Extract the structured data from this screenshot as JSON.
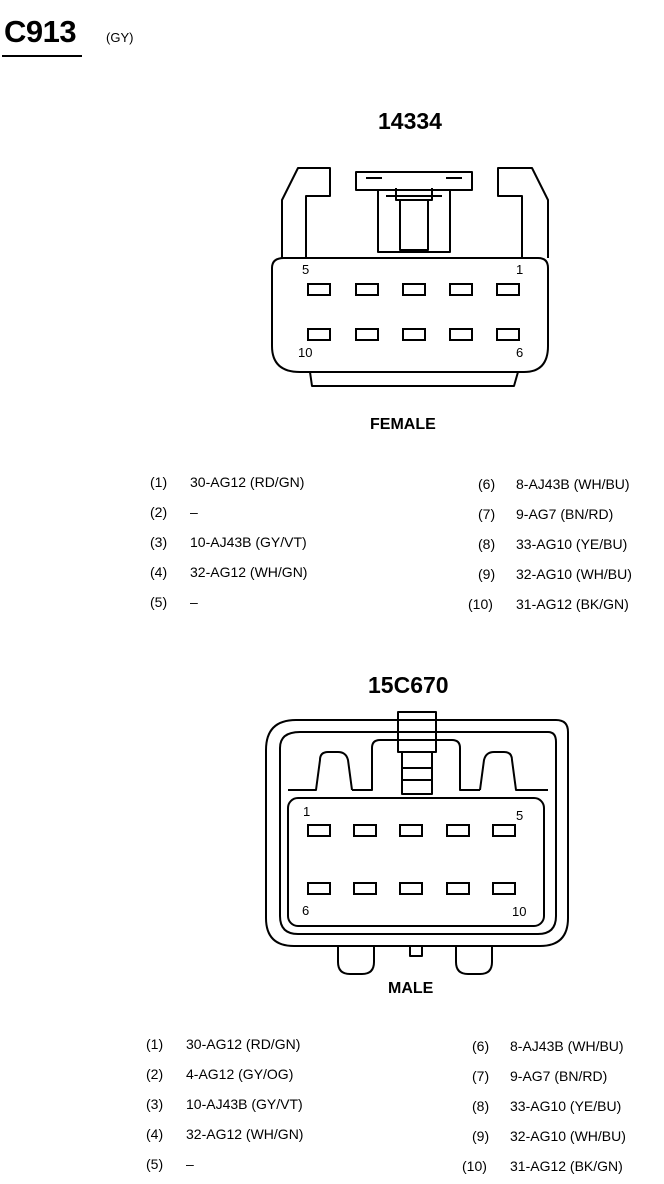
{
  "connector": {
    "name": "C913",
    "color": "(GY)"
  },
  "female": {
    "part_number": "14334",
    "gender_label": "FEMALE",
    "cavity_labels": {
      "top_left": "5",
      "top_right": "1",
      "bottom_left": "10",
      "bottom_right": "6"
    },
    "pins_left": [
      {
        "num": "(1)",
        "val": "30-AG12 (RD/GN)"
      },
      {
        "num": "(2)",
        "val": "–"
      },
      {
        "num": "(3)",
        "val": "10-AJ43B (GY/VT)"
      },
      {
        "num": "(4)",
        "val": "32-AG12 (WH/GN)"
      },
      {
        "num": "(5)",
        "val": "–"
      }
    ],
    "pins_right": [
      {
        "num": "(6)",
        "val": "8-AJ43B (WH/BU)"
      },
      {
        "num": "(7)",
        "val": "9-AG7 (BN/RD)"
      },
      {
        "num": "(8)",
        "val": "33-AG10 (YE/BU)"
      },
      {
        "num": "(9)",
        "val": "32-AG10 (WH/BU)"
      },
      {
        "num": "(10)",
        "val": "31-AG12 (BK/GN)"
      }
    ]
  },
  "male": {
    "part_number": "15C670",
    "gender_label": "MALE",
    "cavity_labels": {
      "top_left": "1",
      "top_right": "5",
      "bottom_left": "6",
      "bottom_right": "10"
    },
    "pins_left": [
      {
        "num": "(1)",
        "val": "30-AG12 (RD/GN)"
      },
      {
        "num": "(2)",
        "val": "4-AG12 (GY/OG)"
      },
      {
        "num": "(3)",
        "val": "10-AJ43B (GY/VT)"
      },
      {
        "num": "(4)",
        "val": "32-AG12 (WH/GN)"
      },
      {
        "num": "(5)",
        "val": "–"
      }
    ],
    "pins_right": [
      {
        "num": "(6)",
        "val": "8-AJ43B (WH/BU)"
      },
      {
        "num": "(7)",
        "val": "9-AG7 (BN/RD)"
      },
      {
        "num": "(8)",
        "val": "33-AG10 (YE/BU)"
      },
      {
        "num": "(9)",
        "val": "32-AG10 (WH/BU)"
      },
      {
        "num": "(10)",
        "val": "31-AG12 (BK/GN)"
      }
    ]
  }
}
